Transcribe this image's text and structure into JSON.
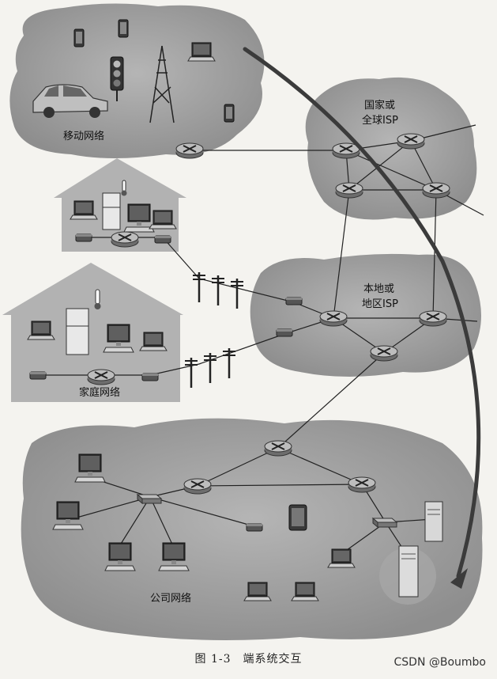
{
  "labels": {
    "mobile_network": "移动网络",
    "national_isp_line1": "国家或",
    "national_isp_line2": "全球ISP",
    "local_isp_line1": "本地或",
    "local_isp_line2": "地区ISP",
    "home_network": "家庭网络",
    "enterprise_network": "公司网络"
  },
  "caption": "图 1-3　端系统交互",
  "watermark": "CSDN @Boumbo"
}
